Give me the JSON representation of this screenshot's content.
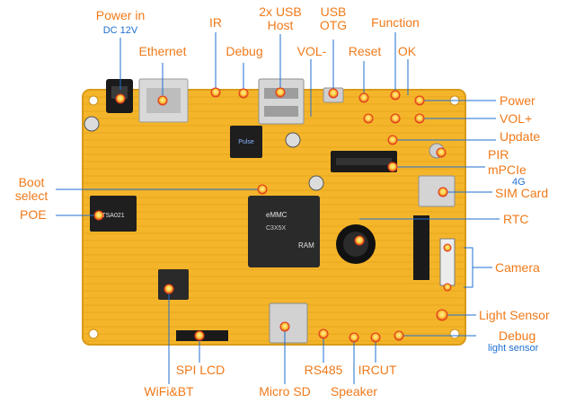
{
  "labels": {
    "power_in": "Power in",
    "power_in_sub": "DC 12V",
    "ethernet": "Ethernet",
    "ir": "IR",
    "debug_top": "Debug",
    "usb_host": "2x USB\nHost",
    "usb_otg": "USB\nOTG",
    "vol_minus": "VOL-",
    "reset": "Reset",
    "function": "Function",
    "ok": "OK",
    "power": "Power",
    "vol_plus": "VOL+",
    "update": "Update",
    "pir": "PIR",
    "mpcie": "mPCIe",
    "mpcie_sub": "4G",
    "sim_card": "SIM Card",
    "boot_select": "Boot\nselect",
    "poe": "POE",
    "rtc": "RTC",
    "camera": "Camera",
    "light_sensor": "Light Sensor",
    "debug_bottom": "Debug",
    "debug_bottom_sub": "light sensor",
    "spi_lcd": "SPI LCD",
    "wifi_bt": "WiFi&BT",
    "micro_sd": "Micro SD",
    "rs485": "RS485",
    "speaker": "Speaker",
    "ircut": "IRCUT"
  },
  "board": {
    "emmc_text": "eMMC",
    "ram_text": "RAM",
    "soc_text": "C3X5X",
    "pulse_text": "Pulse",
    "poe_module_text": "TSA021"
  },
  "colors": {
    "label": "#f07a1a",
    "sub_label": "#1f6fd1",
    "board": "#f5b829",
    "board_edge": "#e0a21d",
    "leader_line": "#1f6fd1",
    "marker_fill": "#ffd24a",
    "marker_ring": "#e23b1b"
  }
}
